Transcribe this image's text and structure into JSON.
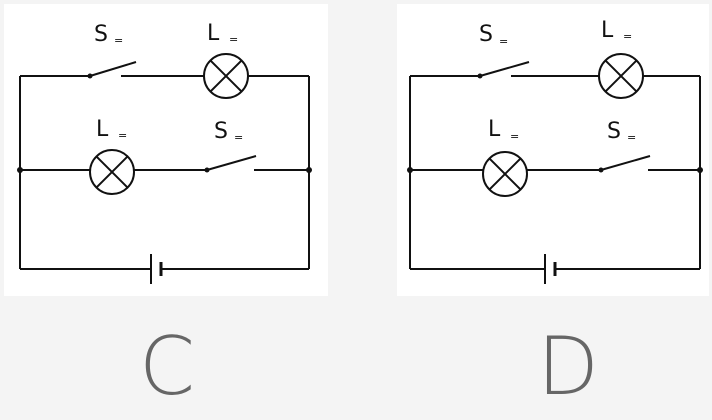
{
  "options": [
    {
      "label": "C",
      "top_switch": "S",
      "top_switch_sub": "=",
      "top_lamp": "L",
      "top_lamp_sub": "=",
      "bottom_lamp": "L",
      "bottom_lamp_sub": "=",
      "bottom_switch": "S",
      "bottom_switch_sub": "="
    },
    {
      "label": "D",
      "top_switch": "S",
      "top_switch_sub": "=",
      "top_lamp": "L",
      "top_lamp_sub": "=",
      "bottom_lamp": "L",
      "bottom_lamp_sub": "=",
      "bottom_switch": "S",
      "bottom_switch_sub": "="
    }
  ]
}
